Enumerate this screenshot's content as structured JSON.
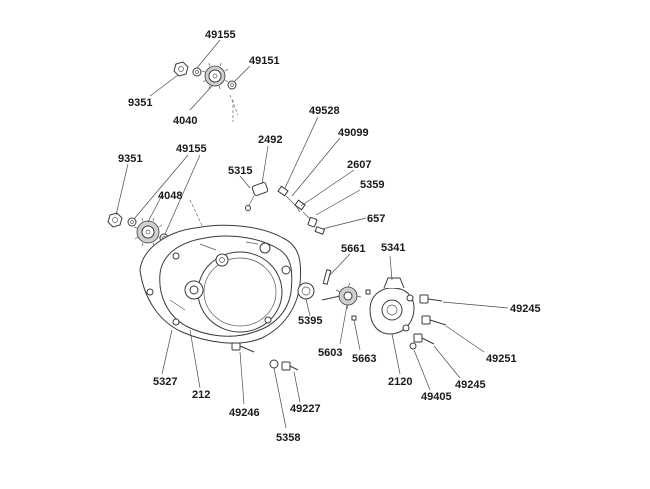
{
  "labels": {
    "p49155_a": "49155",
    "p49151": "49151",
    "p9351_a": "9351",
    "p4040": "4040",
    "p49528": "49528",
    "p2492": "2492",
    "p49099": "49099",
    "p9351_b": "9351",
    "p49155_b": "49155",
    "p5315": "5315",
    "p2607": "2607",
    "p5359": "5359",
    "p4048": "4048",
    "p657": "657",
    "p5661": "5661",
    "p5341": "5341",
    "p49245_a": "49245",
    "p5395": "5395",
    "p49251": "49251",
    "p5603": "5603",
    "p5663": "5663",
    "p49245_b": "49245",
    "p5327": "5327",
    "p2120": "2120",
    "p49405": "49405",
    "p212": "212",
    "p49246": "49246",
    "p49227": "49227",
    "p5358": "5358"
  }
}
